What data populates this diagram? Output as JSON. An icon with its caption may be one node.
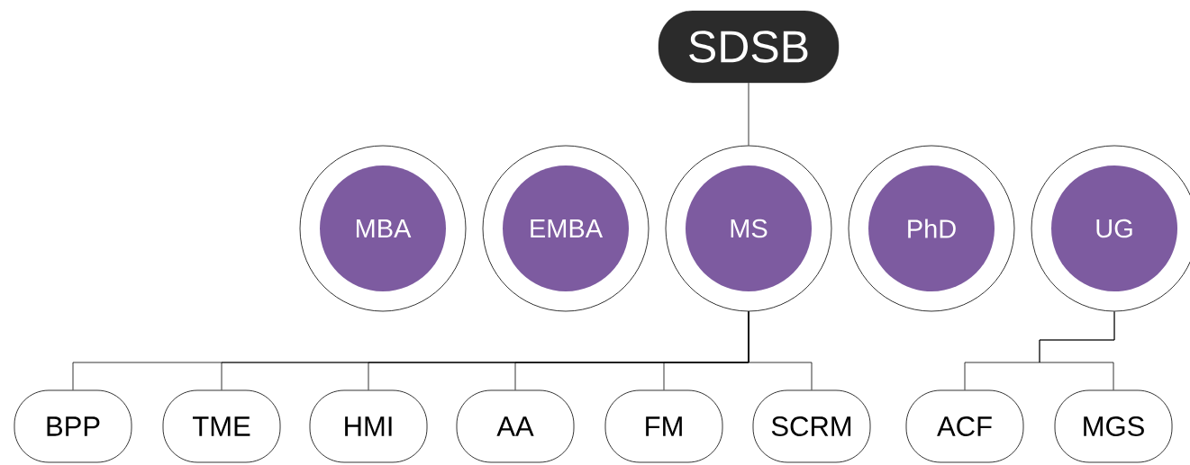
{
  "diagram": {
    "nodes": [
      {
        "text": [
          "SDSB"
        ]
      },
      {
        "text": [
          "MBA"
        ]
      },
      {
        "text": [
          "EMBA"
        ]
      },
      {
        "text": [
          "MS"
        ]
      },
      {
        "text": [
          "PhD"
        ]
      },
      {
        "text": [
          "UG"
        ]
      },
      {
        "text": [
          "BPP"
        ]
      },
      {
        "text": [
          "TME"
        ]
      },
      {
        "text": [
          "HMI"
        ]
      },
      {
        "text": [
          "AA"
        ]
      },
      {
        "text": [
          "FM"
        ]
      },
      {
        "text": [
          "SCRM"
        ]
      },
      {
        "text": [
          "ACF"
        ]
      },
      {
        "text": [
          "MGS"
        ]
      }
    ],
    "edges": [
      {
        "from": 0,
        "to": 3,
        "arrow": "none"
      },
      {
        "from": 3,
        "to": 6,
        "arrow": "none"
      },
      {
        "from": 3,
        "to": 7,
        "arrow": "none"
      },
      {
        "from": 3,
        "to": 8,
        "arrow": "none"
      },
      {
        "from": 3,
        "to": 9,
        "arrow": "none"
      },
      {
        "from": 3,
        "to": 10,
        "arrow": "none"
      },
      {
        "from": 3,
        "to": 11,
        "arrow": "none"
      },
      {
        "from": 5,
        "to": 12,
        "arrow": "none"
      },
      {
        "from": 5,
        "to": 13,
        "arrow": "none"
      }
    ]
  }
}
